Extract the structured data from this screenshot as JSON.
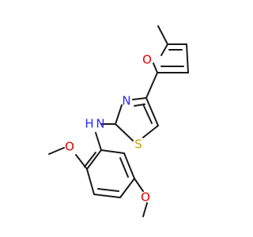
{
  "molecule": {
    "atoms": {
      "o_furan": {
        "symbol": "O",
        "color": "#e00000"
      },
      "n_thiazole": {
        "symbol": "N",
        "color": "#2a2aff"
      },
      "s_thiazole": {
        "symbol": "S",
        "color": "#c9a400"
      },
      "nh_amine": {
        "symbol": "N",
        "color": "#2a2aff"
      },
      "h_amine": {
        "symbol": "H",
        "color": "#2a2aff"
      },
      "o_methoxy_top": {
        "symbol": "O",
        "color": "#e00000"
      },
      "o_methoxy_bottom": {
        "symbol": "O",
        "color": "#e00000"
      }
    },
    "bond_color": "#1a1a1a"
  }
}
